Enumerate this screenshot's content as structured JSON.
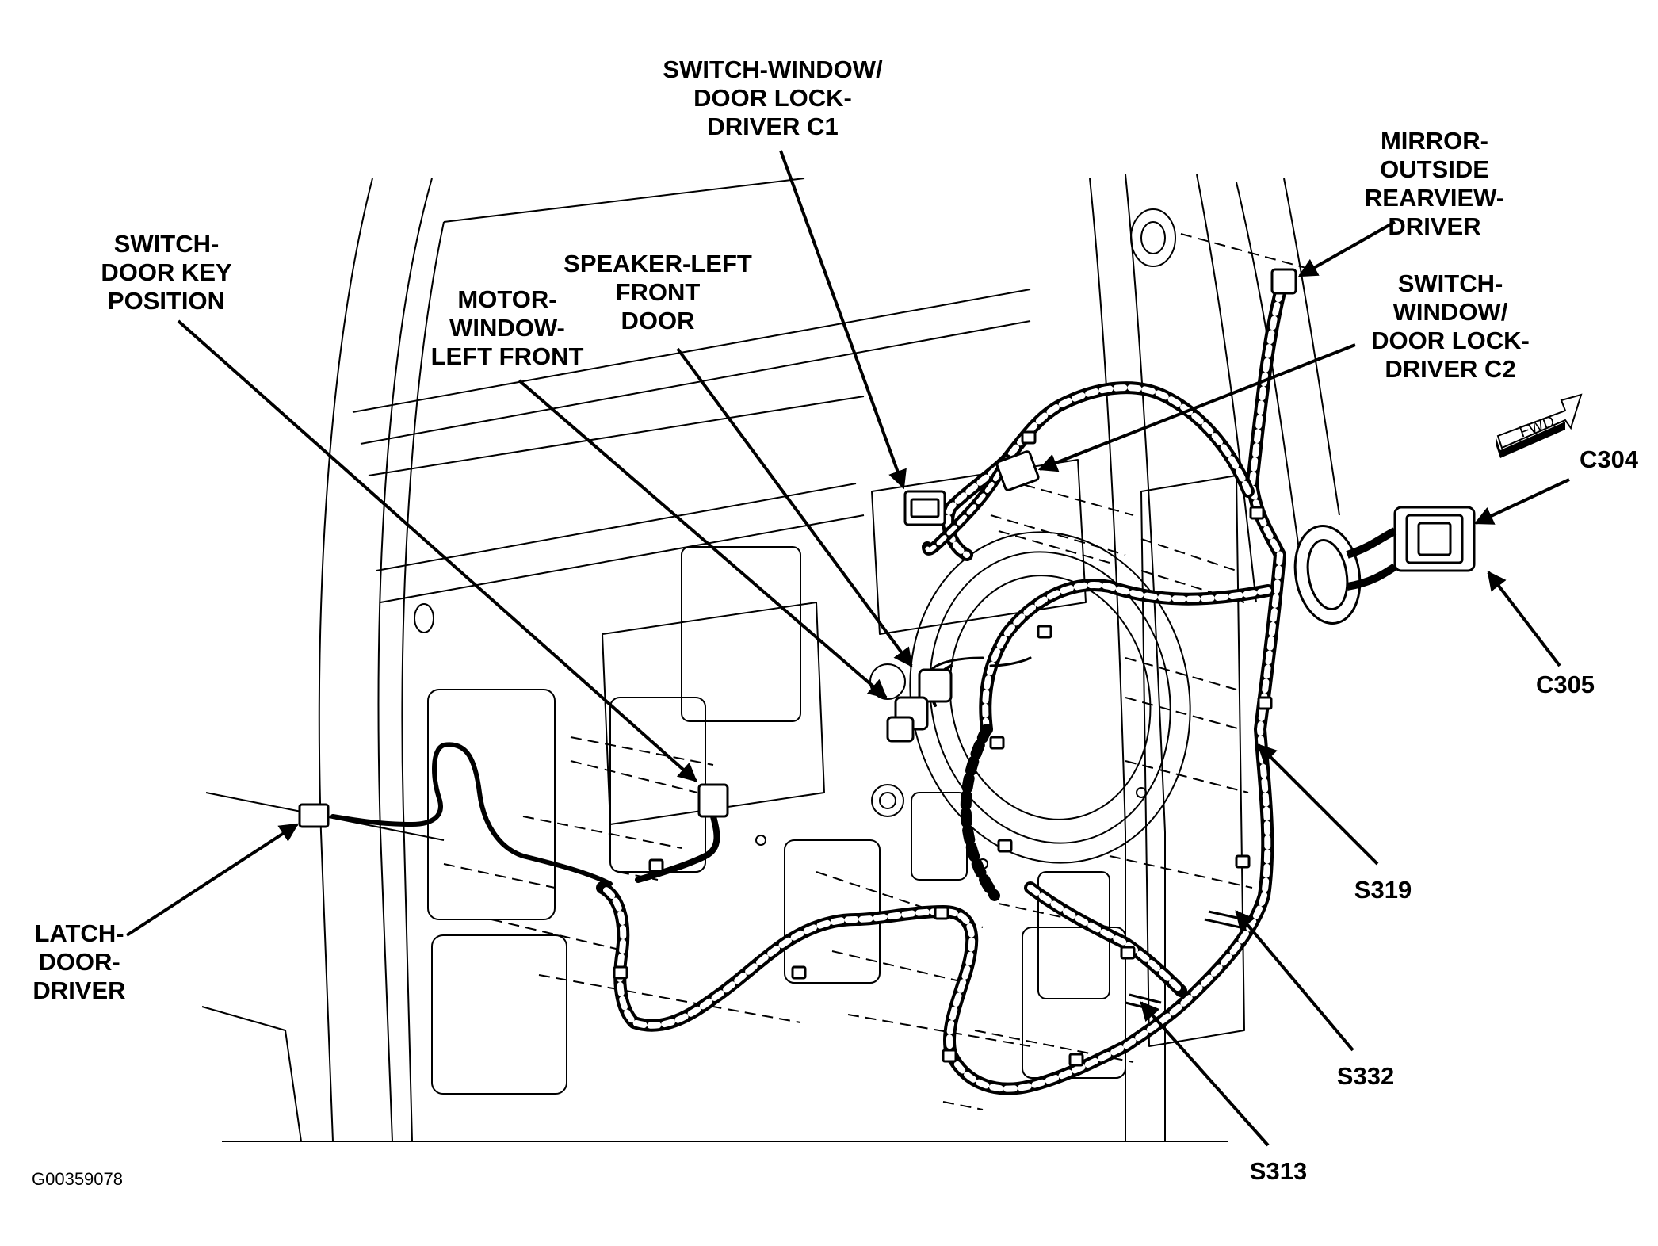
{
  "figure_id": "G00359078",
  "labels": {
    "switch_window_c1": [
      "SWITCH-WINDOW/",
      "DOOR LOCK-",
      "DRIVER C1"
    ],
    "mirror": [
      "MIRROR-",
      "OUTSIDE",
      "REARVIEW-",
      "DRIVER"
    ],
    "switch_key": [
      "SWITCH-",
      "DOOR KEY",
      "POSITION"
    ],
    "speaker": [
      "SPEAKER-LEFT",
      "FRONT",
      "DOOR"
    ],
    "motor": [
      "MOTOR-",
      "WINDOW-",
      "LEFT FRONT"
    ],
    "switch_window_c2": [
      "SWITCH-",
      "WINDOW/",
      "DOOR LOCK-",
      "DRIVER C2"
    ],
    "c304": [
      "C304"
    ],
    "c305": [
      "C305"
    ],
    "latch": [
      "LATCH-",
      "DOOR-",
      "DRIVER"
    ],
    "s319": [
      "S319"
    ],
    "s332": [
      "S332"
    ],
    "s313": [
      "S313"
    ]
  },
  "fwd_marker": "FWD",
  "colors": {
    "ink": "#000000",
    "paper": "#ffffff"
  }
}
